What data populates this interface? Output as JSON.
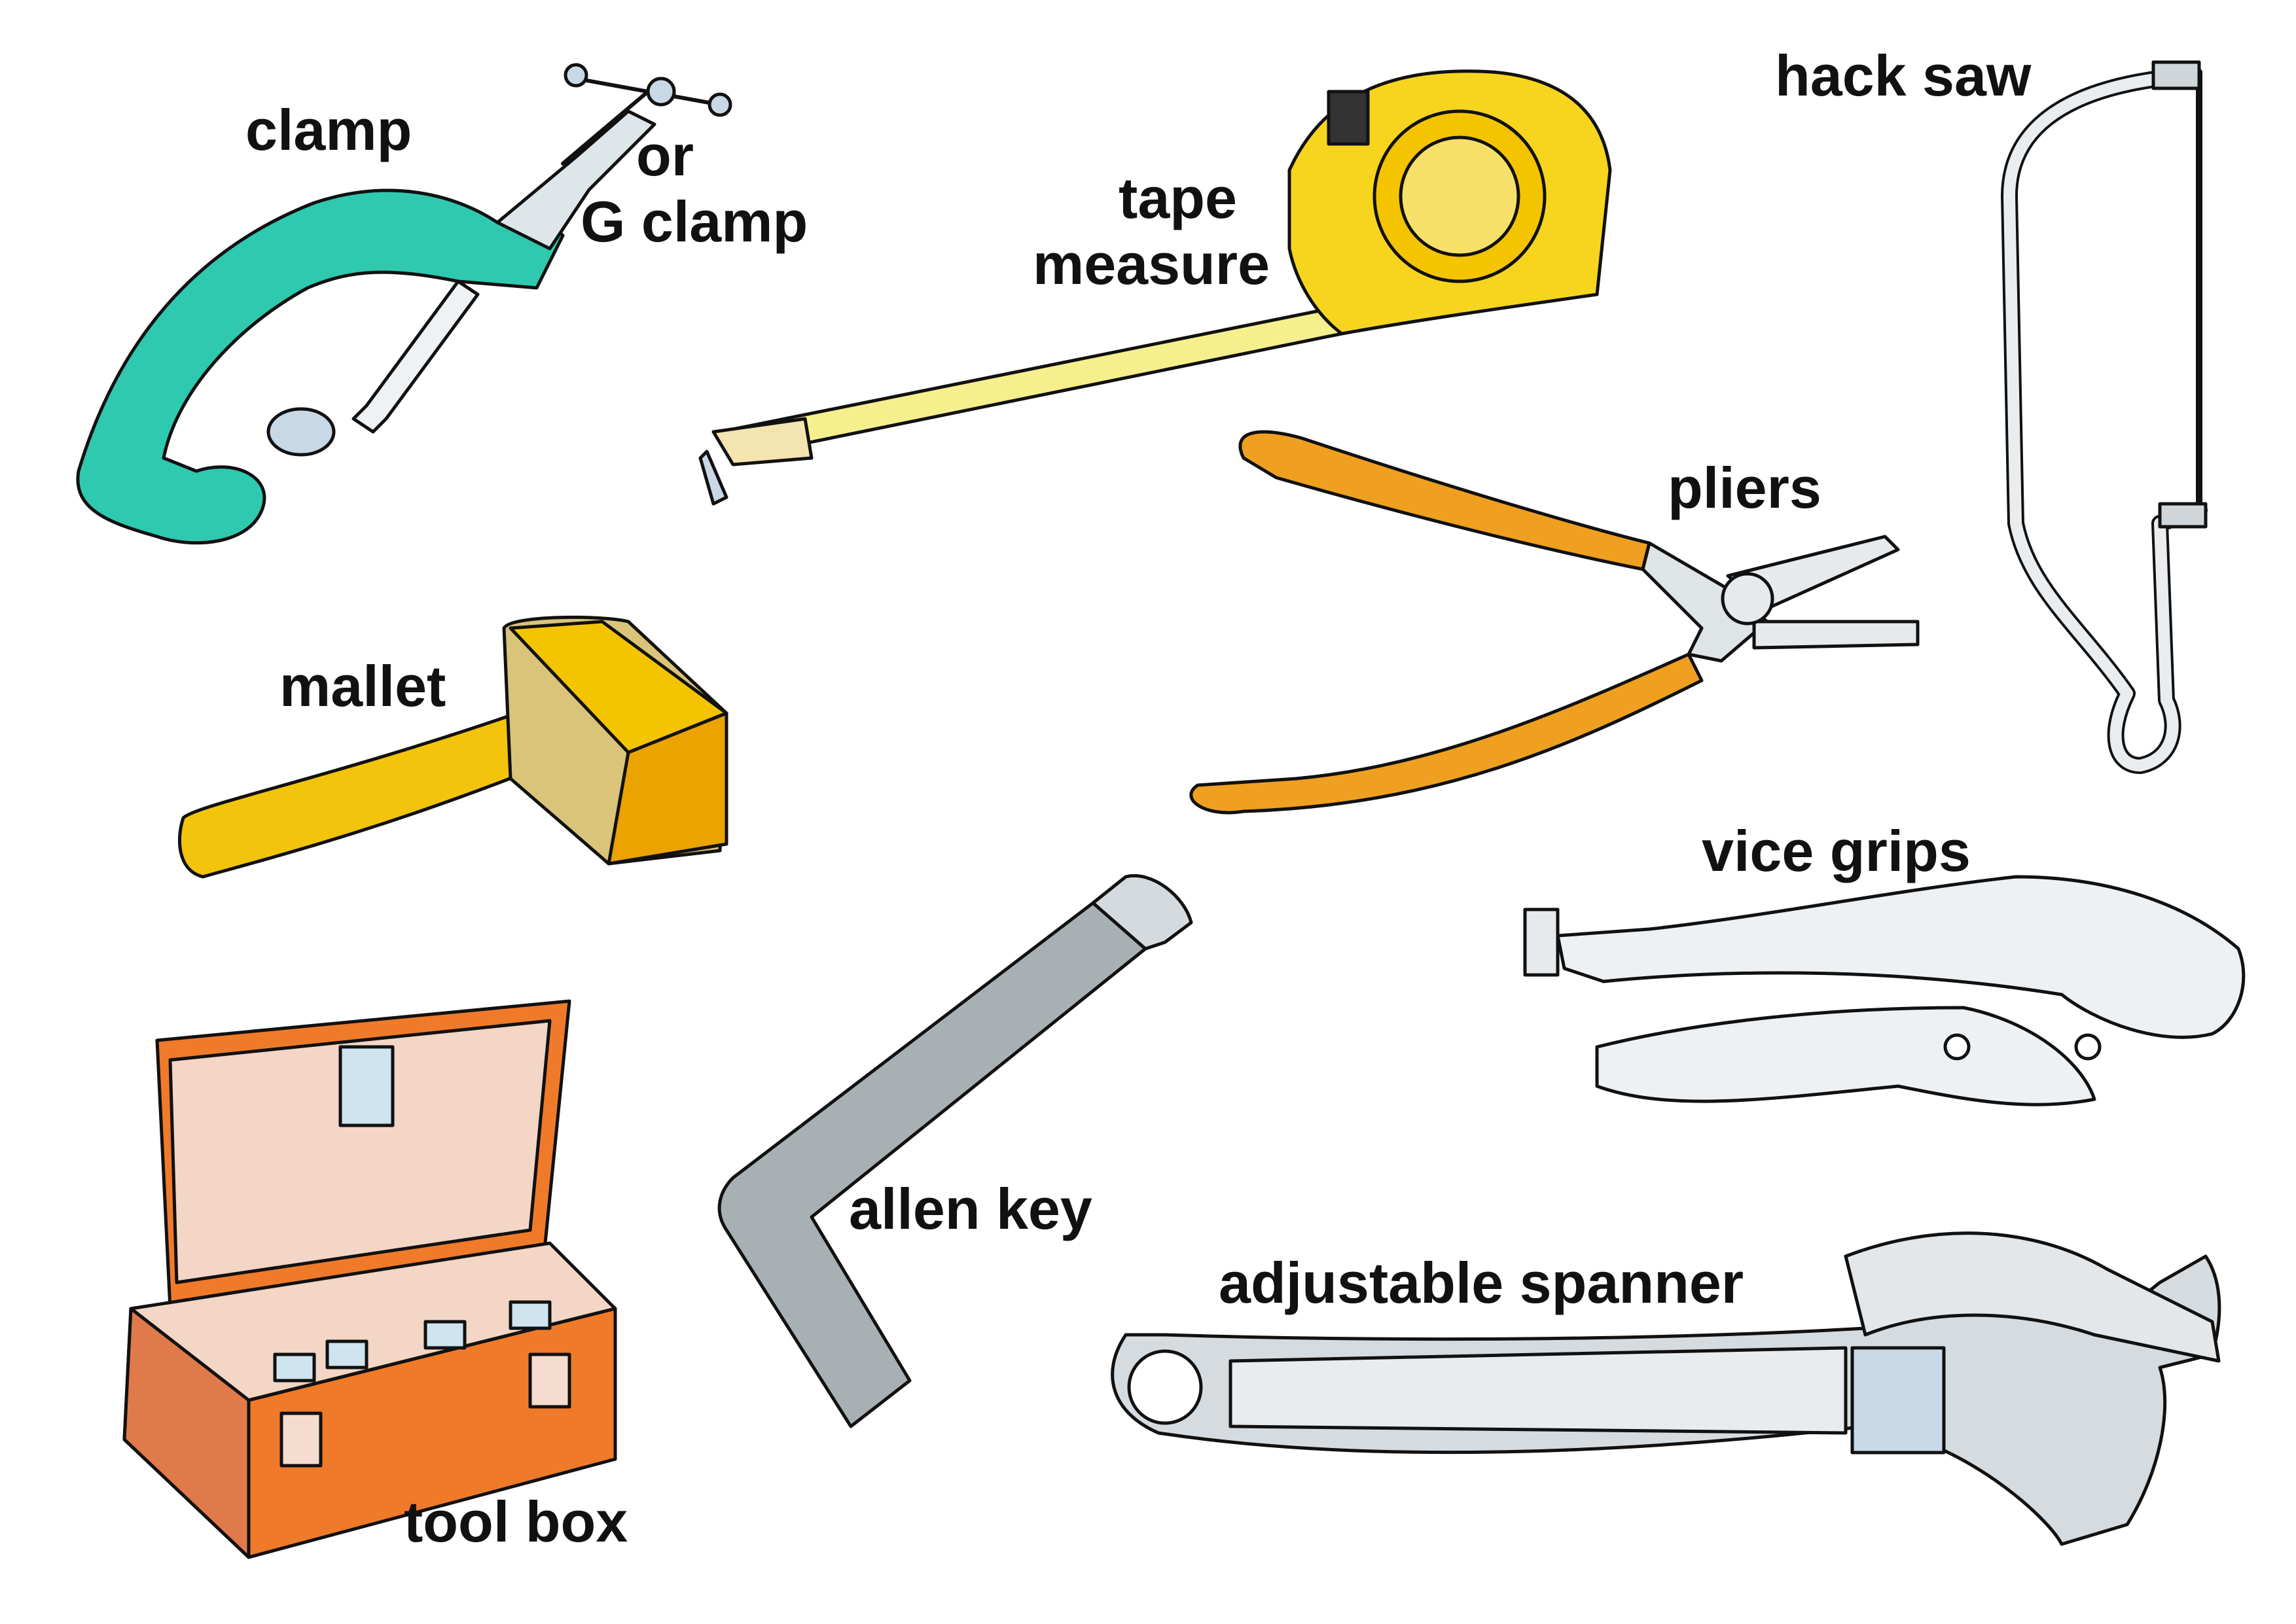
{
  "labels": {
    "clamp": "clamp",
    "clamp_alt_1": "or",
    "clamp_alt_2": "G clamp",
    "tape_1": "tape",
    "tape_2": "measure",
    "hack_saw": "hack saw",
    "pliers": "pliers",
    "mallet": "mallet",
    "vice_grips": "vice grips",
    "allen_key": "allen key",
    "adjustable_spanner": "adjustable spanner",
    "tool_box": "tool box"
  },
  "colors": {
    "clamp": "#2fc9b0",
    "tape": "#f7d51e",
    "mallet_head": "#f5c400",
    "mallet_handle": "#f2c40c",
    "pliers_handle": "#f0a020",
    "toolbox": "#ef7a2a",
    "toolbox_inner": "#f3d6c6",
    "metal": "#d9dde0",
    "allen_key": "#a9b0b4",
    "outline": "#111111"
  }
}
